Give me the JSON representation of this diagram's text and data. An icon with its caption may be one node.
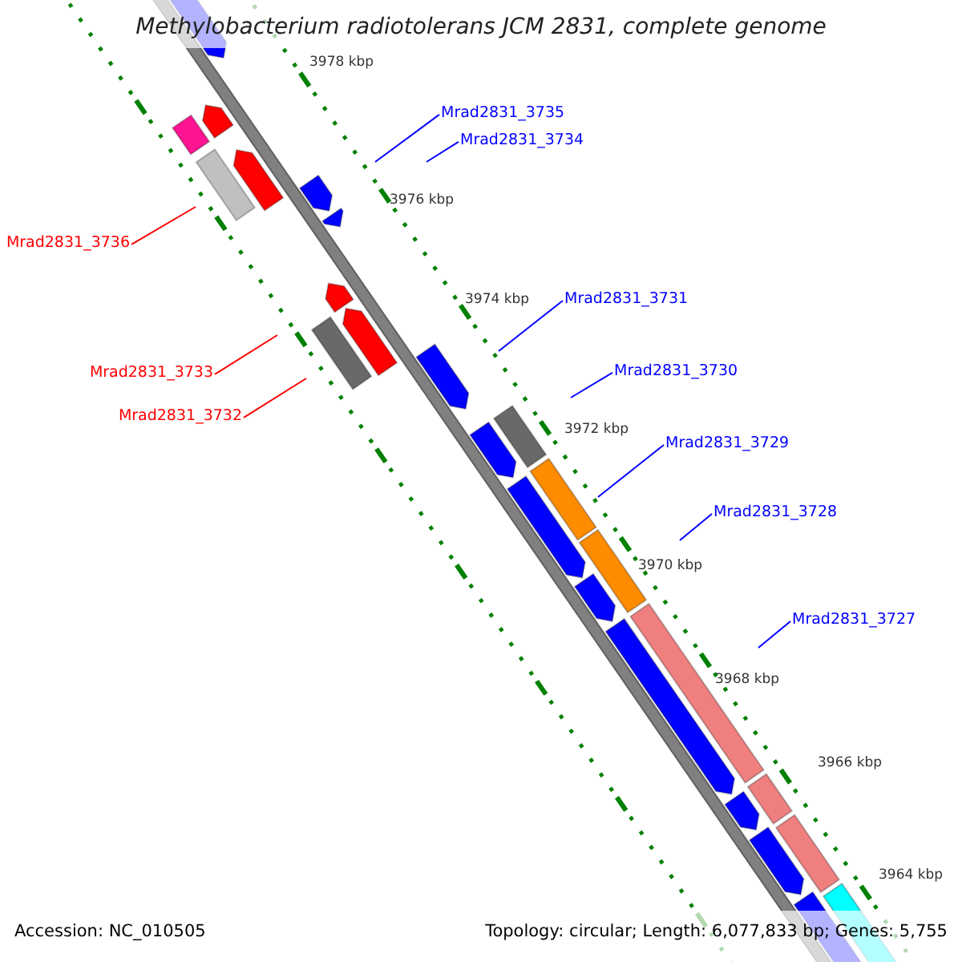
{
  "diagram": {
    "title": "Methylobacterium radiotolerans JCM 2831, complete genome",
    "nodes": [
      {
        "text": [
          "Mrad2831_3735"
        ]
      },
      {
        "text": [
          "Mrad2831_3734"
        ]
      },
      {
        "text": [
          "Mrad2831_3736"
        ]
      },
      {
        "text": [
          "Mrad2831_3731"
        ]
      },
      {
        "text": [
          "Mrad2831_3733"
        ]
      },
      {
        "text": [
          "Mrad2831_3730"
        ]
      },
      {
        "text": [
          "Mrad2831_3732"
        ]
      },
      {
        "text": [
          "Mrad2831_3729"
        ]
      },
      {
        "text": [
          "Mrad2831_3728"
        ]
      },
      {
        "text": [
          "Mrad2831_3727"
        ]
      }
    ],
    "edges": [
      {
        "from": 0,
        "to": null,
        "arrow": "none"
      },
      {
        "from": 1,
        "to": null,
        "arrow": "none"
      },
      {
        "from": 2,
        "to": null,
        "arrow": "none",
        "color": "#ff0000"
      },
      {
        "from": 3,
        "to": null,
        "arrow": "none"
      },
      {
        "from": 4,
        "to": null,
        "arrow": "none",
        "color": "#ff0000"
      },
      {
        "from": 5,
        "to": null,
        "arrow": "none"
      },
      {
        "from": 6,
        "to": null,
        "arrow": "none",
        "color": "#ff0000"
      },
      {
        "from": 7,
        "to": null,
        "arrow": "none"
      },
      {
        "from": 8,
        "to": null,
        "arrow": "none"
      },
      {
        "from": 9,
        "to": null,
        "arrow": "none"
      }
    ],
    "labels": [
      "3978 kbp",
      "3976 kbp",
      "3974 kbp",
      "3972 kbp",
      "3970 kbp",
      "3968 kbp",
      "3966 kbp",
      "3964 kbp",
      "Accession: NC_010505",
      "Topology: circular; Length: 6,077,833 bp; Genes: 5,755"
    ]
  }
}
